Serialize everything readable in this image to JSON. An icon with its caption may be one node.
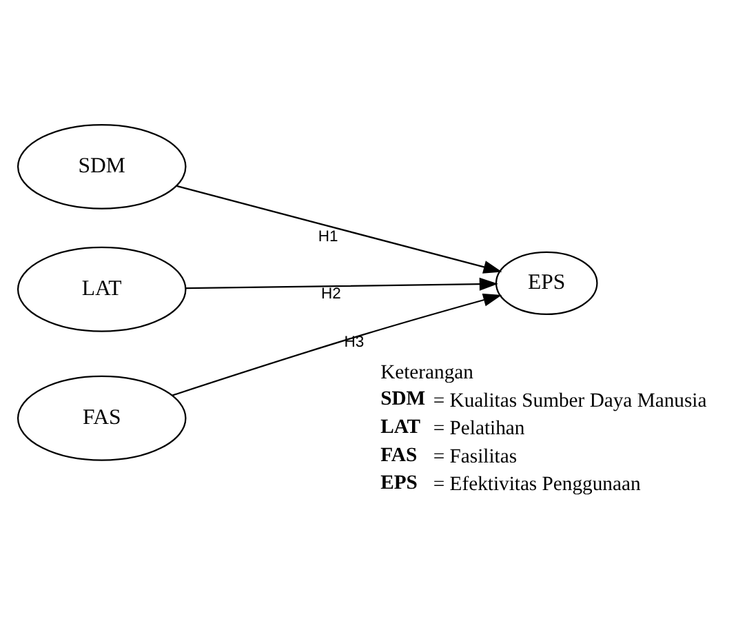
{
  "diagram": {
    "nodes": [
      {
        "text": [
          "SDM"
        ]
      },
      {
        "text": [
          "LAT"
        ]
      },
      {
        "text": [
          "FAS"
        ]
      },
      {
        "text": [
          "EPS"
        ]
      }
    ],
    "edges": [
      {
        "from": 0,
        "to": 3,
        "arrow": "to",
        "label": "H1"
      },
      {
        "from": 1,
        "to": 3,
        "arrow": "to",
        "label": "H2"
      },
      {
        "from": 2,
        "to": 3,
        "arrow": "to",
        "label": "H3"
      }
    ],
    "labels": [
      "Keterangan",
      "SDM",
      "= Kualitas Sumber Daya Manusia",
      "LAT",
      "= Pelatihan",
      "FAS",
      "= Fasilitas",
      "EPS",
      "= Efektivitas Penggunaan"
    ]
  }
}
